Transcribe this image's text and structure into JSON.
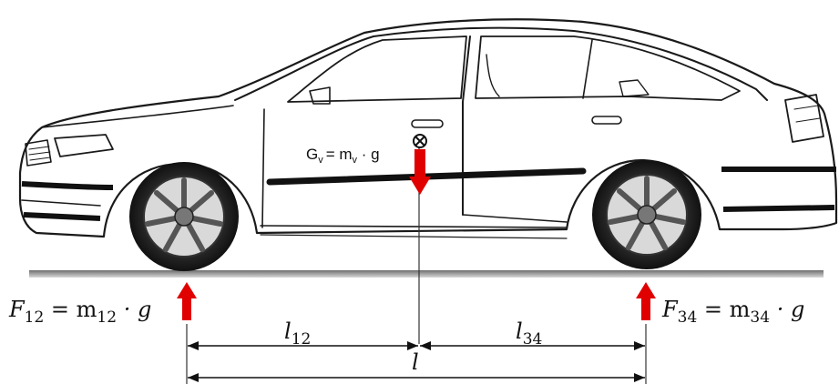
{
  "weight_label": {
    "lhs": "G",
    "lhs_sub": "v",
    "rhs": "= m",
    "rhs_sub": "v",
    "tail": " · g"
  },
  "front_force": {
    "lhs": "F",
    "lhs_sub": "12",
    "rhs": " = m",
    "rhs_sub": "12",
    "tail": " · g"
  },
  "rear_force": {
    "lhs": "F",
    "lhs_sub": "34",
    "rhs": " = m",
    "rhs_sub": "34",
    "tail": " · g"
  },
  "dimensions": {
    "front": {
      "sym": "l",
      "sub": "12"
    },
    "rear": {
      "sym": "l",
      "sub": "34"
    },
    "total": {
      "sym": "l"
    }
  },
  "colors": {
    "force": "#e00000",
    "line": "#1a1a1a",
    "ground": "#9a9a9a"
  },
  "icons": [
    "center-of-gravity-icon",
    "car-side-view-icon"
  ]
}
